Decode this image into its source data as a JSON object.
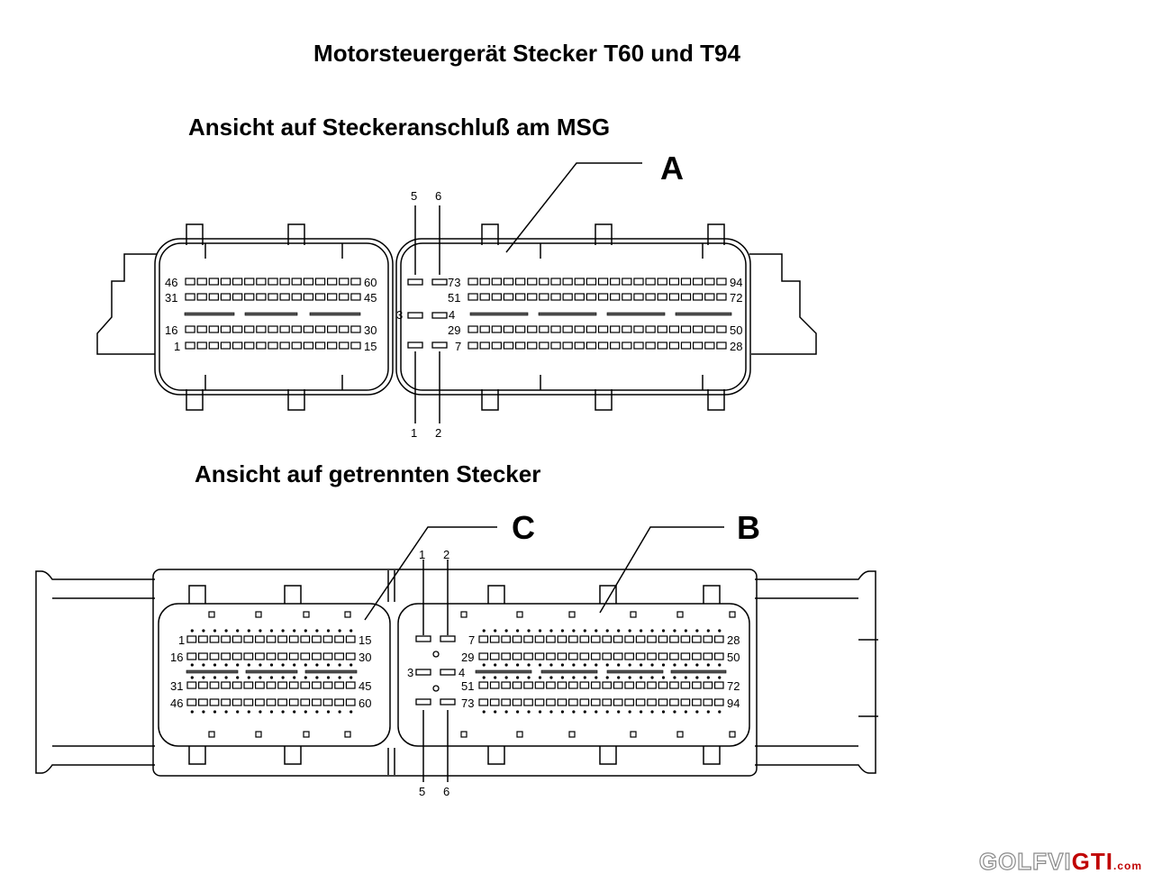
{
  "title": "Motorsteuergerät Stecker T60 und T94",
  "subtitle_top": "Ansicht auf Steckeranschluß am MSG",
  "subtitle_bottom": "Ansicht auf getrennten Stecker",
  "callouts": {
    "a": "A",
    "b": "B",
    "c": "C"
  },
  "top_connector": {
    "left_rows": [
      {
        "start": "46",
        "end": "60"
      },
      {
        "start": "31",
        "end": "45"
      },
      {
        "start": "16",
        "end": "30"
      },
      {
        "start": "1",
        "end": "15"
      }
    ],
    "right_rows": [
      {
        "start": "73",
        "end": "94"
      },
      {
        "start": "51",
        "end": "72"
      },
      {
        "start": "29",
        "end": "50"
      },
      {
        "start": "7",
        "end": "28"
      }
    ],
    "center_pins": {
      "p1": "1",
      "p2": "2",
      "p3": "3",
      "p4": "4",
      "p5": "5",
      "p6": "6"
    }
  },
  "bottom_connector": {
    "left_rows": [
      {
        "start": "1",
        "end": "15"
      },
      {
        "start": "16",
        "end": "30"
      },
      {
        "start": "31",
        "end": "45"
      },
      {
        "start": "46",
        "end": "60"
      }
    ],
    "right_rows": [
      {
        "start": "7",
        "end": "28"
      },
      {
        "start": "29",
        "end": "50"
      },
      {
        "start": "51",
        "end": "72"
      },
      {
        "start": "73",
        "end": "94"
      }
    ],
    "center_pins": {
      "p1": "1",
      "p2": "2",
      "p3": "3",
      "p4": "4",
      "p5": "5",
      "p6": "6"
    }
  },
  "logo": {
    "part1": "GOLF",
    "part2": "VI",
    "part3": "GTI",
    "part4": ".com"
  }
}
